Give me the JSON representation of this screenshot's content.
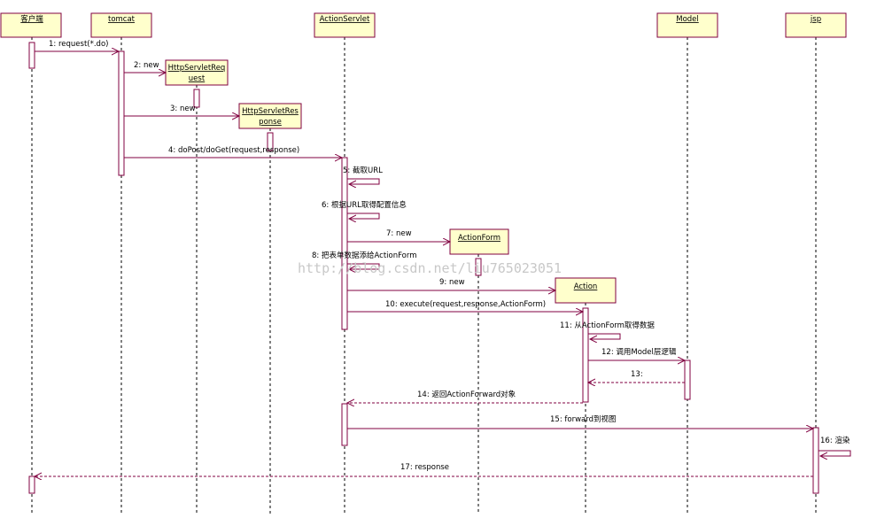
{
  "participants": [
    {
      "id": "client",
      "lines": [
        "客户端"
      ]
    },
    {
      "id": "tomcat",
      "lines": [
        "tomcat"
      ]
    },
    {
      "id": "actionservlet",
      "lines": [
        "ActionServlet"
      ]
    },
    {
      "id": "model",
      "lines": [
        "Model"
      ]
    },
    {
      "id": "jsp",
      "lines": [
        "jsp"
      ]
    },
    {
      "id": "request",
      "lines": [
        "HttpServletReq",
        "uest"
      ]
    },
    {
      "id": "response",
      "lines": [
        "HttpServletRes",
        "ponse"
      ]
    },
    {
      "id": "actionform",
      "lines": [
        "ActionForm"
      ]
    },
    {
      "id": "action",
      "lines": [
        "Action"
      ]
    }
  ],
  "messages": [
    {
      "id": "m1",
      "label": "1: request(*.do)",
      "kind": "call"
    },
    {
      "id": "m2",
      "label": "2: new",
      "kind": "create"
    },
    {
      "id": "m3",
      "label": "3: new",
      "kind": "create"
    },
    {
      "id": "m4",
      "label": "4: doPost/doGet(request,response)",
      "kind": "call"
    },
    {
      "id": "m5",
      "label": "5: 截取URL",
      "kind": "self"
    },
    {
      "id": "m6",
      "label": "6: 根据URL取得配置信息",
      "kind": "self"
    },
    {
      "id": "m7",
      "label": "7: new",
      "kind": "create"
    },
    {
      "id": "m8",
      "label": "8: 把表单数据添给ActionForm",
      "kind": "self"
    },
    {
      "id": "m9",
      "label": "9: new",
      "kind": "create"
    },
    {
      "id": "m10",
      "label": "10: execute(request,response,ActionForm)",
      "kind": "call"
    },
    {
      "id": "m11",
      "label": "11: 从ActionForm取得数据",
      "kind": "self"
    },
    {
      "id": "m12",
      "label": "12: 调用Model层逻辑",
      "kind": "call"
    },
    {
      "id": "m13",
      "label": "13:",
      "kind": "return"
    },
    {
      "id": "m14",
      "label": "14: 返回ActionForward对象",
      "kind": "return"
    },
    {
      "id": "m15",
      "label": "15: forward到视图",
      "kind": "call"
    },
    {
      "id": "m16",
      "label": "16: 渲染",
      "kind": "self"
    },
    {
      "id": "m17",
      "label": "17: response",
      "kind": "return"
    }
  ],
  "watermark": "http://blog.csdn.net/liu765023051",
  "colors": {
    "box_fill": "#ffffcc",
    "line": "#800040"
  }
}
